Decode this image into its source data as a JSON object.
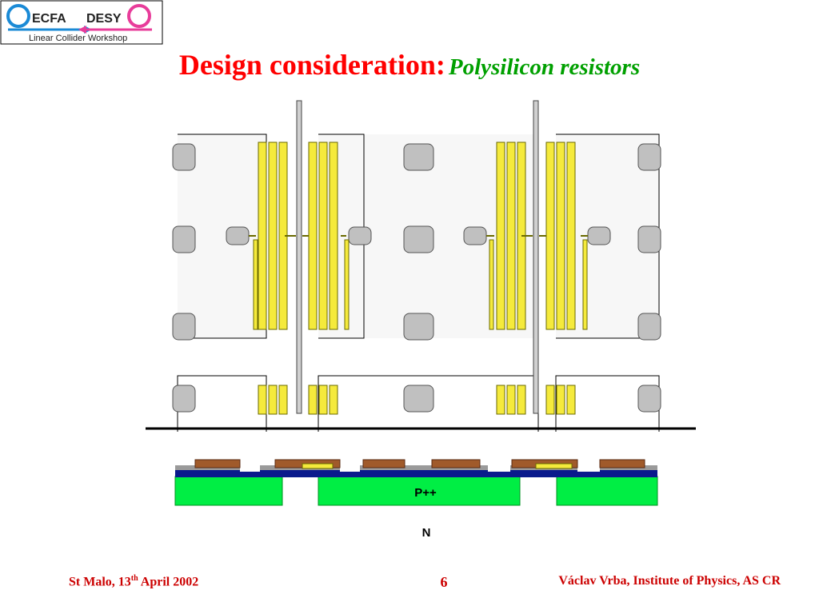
{
  "logo": {
    "left_text": "ECFA",
    "right_text": "DESY",
    "subtitle": "Linear Collider Workshop"
  },
  "title": {
    "main": "Design consideration:",
    "sub": "Polysilicon resistors"
  },
  "cross_section": {
    "p_label": "P++",
    "n_label": "N"
  },
  "footer": {
    "location": "St Malo, 13",
    "date_sup": "th",
    "date_rest": " April 2002",
    "page": "6",
    "author": "Václav Vrba, Institute of Physics, AS CR"
  },
  "colors": {
    "title_main": "#ff0000",
    "title_sub": "#00a000",
    "footer": "#cc0000",
    "poly_resistor": "#f5ea3c",
    "p_implant": "#00ee44",
    "oxide": "#0a1a8c",
    "metal": "#a05a2a",
    "pad": "#c0c0c0",
    "logo_blue": "#1a8ad6",
    "logo_pink": "#e83c9a"
  }
}
